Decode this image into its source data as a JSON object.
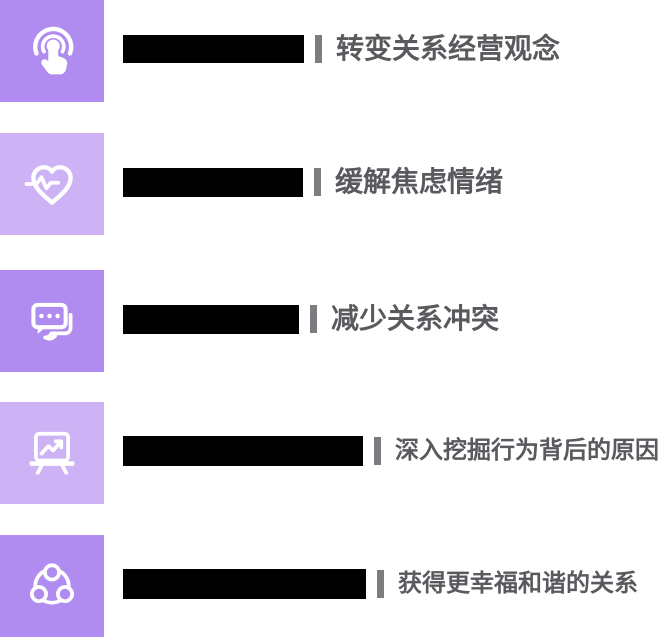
{
  "colors": {
    "tile_dark": "#b18cf0",
    "tile_light": "#cdb2f6",
    "bar": "#000000",
    "separator": "#7d7d81",
    "label": "#595a5e",
    "page_bg": "#ffffff"
  },
  "rows": [
    {
      "icon": "tap-gesture-icon",
      "tone": "dark",
      "label": "转变关系经营观念"
    },
    {
      "icon": "heartbeat-heart-icon",
      "tone": "light",
      "label": "缓解焦虑情绪"
    },
    {
      "icon": "chat-bubbles-icon",
      "tone": "dark",
      "label": "减少关系冲突"
    },
    {
      "icon": "presentation-chart-icon",
      "tone": "light",
      "label": "深入挖掘行为背后的原因"
    },
    {
      "icon": "group-circles-icon",
      "tone": "dark",
      "label": "获得更幸福和谐的关系"
    }
  ]
}
